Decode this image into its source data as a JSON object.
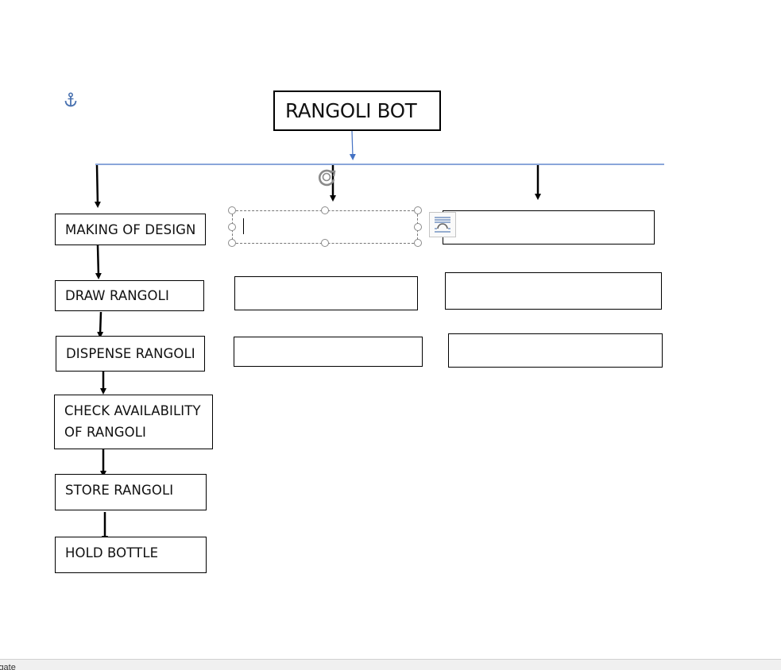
{
  "diagram": {
    "title": "RANGOLI BOT",
    "steps": [
      "MAKING OF DESIGN",
      "DRAW RANGOLI",
      "DISPENSE RANGOLI",
      "CHECK AVAILABILITY",
      "OF RANGOLI",
      "STORE RANGOLI",
      "HOLD BOTTLE"
    ]
  },
  "status": {
    "text": "igate"
  },
  "icons": {
    "anchor": "anchor-icon",
    "rotate": "rotate-handle-icon",
    "layout": "layout-options-icon"
  },
  "colors": {
    "connector_line": "#4472C4",
    "arrows": "#000000"
  }
}
